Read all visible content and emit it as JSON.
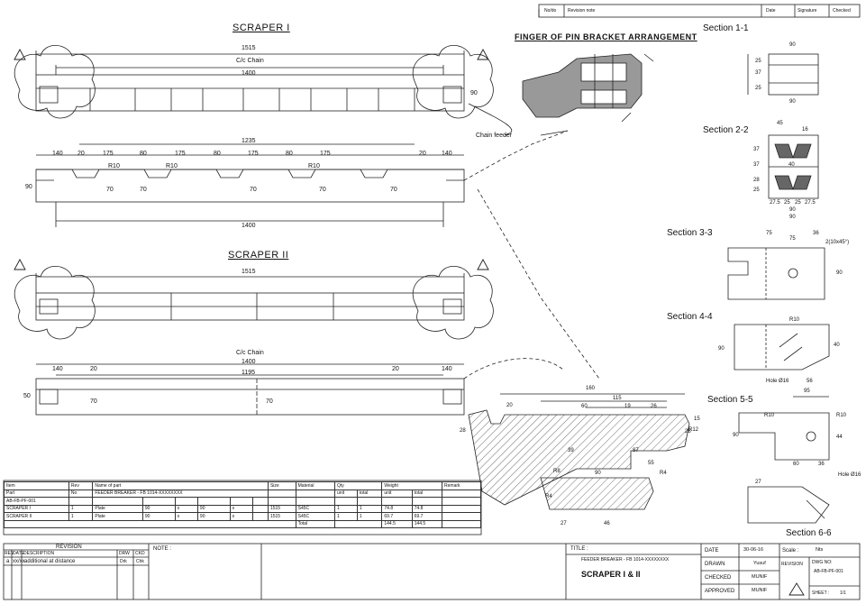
{
  "header_strip": {
    "cols": [
      "No/do",
      "Revision note",
      "Date",
      "Signature",
      "Checked"
    ]
  },
  "scraper1": {
    "title": "SCRAPER I",
    "dims_top": [
      "1515",
      "C/c Chain",
      "1400",
      "90"
    ],
    "dims_side": [
      "1235",
      "140",
      "20",
      "175",
      "80",
      "175",
      "80",
      "175",
      "80",
      "175",
      "20",
      "140",
      "90",
      "70",
      "70",
      "70",
      "70",
      "70",
      "1400"
    ],
    "radii": [
      "R10",
      "R10",
      "R10"
    ],
    "callout": "Chain feeder"
  },
  "scraper2": {
    "title": "SCRAPER II",
    "dims_top": [
      "1515"
    ],
    "dims_side": [
      "C/c Chain",
      "1400",
      "1195",
      "140",
      "20",
      "20",
      "140",
      "50",
      "70",
      "70"
    ]
  },
  "finger": {
    "title": "FINGER OF PIN BRACKET ARRANGEMENT"
  },
  "sections": {
    "s1": "Section 1-1",
    "s2": "Section 2-2",
    "s3": "Section 3-3",
    "s4": "Section 4-4",
    "s5": "Section 5-5",
    "s6": "Section 6-6"
  },
  "section_dims": {
    "s1": [
      "90",
      "25",
      "37",
      "25",
      "90"
    ],
    "s2": [
      "45",
      "16",
      "40",
      "37",
      "28",
      "25",
      "37",
      "27.5",
      "25",
      "25",
      "27.5",
      "90",
      "90"
    ],
    "s3": [
      "75",
      "75",
      "36",
      "2(10x45°)",
      "90"
    ],
    "s4": [
      "R10",
      "40",
      "90",
      "56",
      "Hole Ø16"
    ],
    "s5": [
      "95",
      "R10",
      "R10",
      "60",
      "36",
      "44",
      "90",
      "Hole Ø16"
    ],
    "s6": [
      "27"
    ]
  },
  "detail": {
    "dims": [
      "160",
      "115",
      "60",
      "19",
      "26",
      "28",
      "20",
      "28",
      "39",
      "87",
      "55",
      "R8",
      "R4",
      "90",
      "R4",
      "27",
      "46",
      "R12",
      "15"
    ]
  },
  "bom": {
    "headers": [
      "Item",
      "Rev",
      "Name of part",
      "Size",
      "Material",
      "Qty",
      "Weight",
      "Remark"
    ],
    "subheaders": [
      "Part",
      "No",
      "unit",
      "total",
      "unit",
      "total"
    ],
    "part_ref": "FEEDER BREAKER - FB 1014-XXXXXXXX",
    "rows": [
      {
        "item": "AB-FB-PF-001",
        "rev": "",
        "name": "",
        "d1": "",
        "x1": "",
        "d2": "",
        "x2": "",
        "d3": "",
        "mat": "",
        "q1": "",
        "q2": "",
        "w1": "",
        "w2": ""
      },
      {
        "item": "SCRAPER I",
        "rev": "1",
        "name": "Plate",
        "d1": "90",
        "x1": "x",
        "d2": "90",
        "x2": "x",
        "d3": "1515",
        "mat": "S45C",
        "q1": "1",
        "q2": "1",
        "w1": "74.8",
        "w2": "74.8"
      },
      {
        "item": "SCRAPER II",
        "rev": "1",
        "name": "Plate",
        "d1": "90",
        "x1": "x",
        "d2": "90",
        "x2": "x",
        "d3": "1515",
        "mat": "S45C",
        "q1": "1",
        "q2": "1",
        "w1": "69.7",
        "w2": "69.7"
      }
    ],
    "total_label": "Total",
    "total_unit": "144.5",
    "total_total": "144.5"
  },
  "revision": {
    "title": "REVISION",
    "headers": [
      "REV",
      "DATE",
      "DESCRIPTION",
      "DRW",
      "CKD"
    ],
    "row": {
      "rev": "a",
      "date": "xx/xx",
      "desc": "additional at distance",
      "drw": "Drk",
      "ckd": "Chk"
    }
  },
  "notes_label": "NOTE :",
  "titleblock": {
    "title_label": "TITLE :",
    "subtitle": "FEEDER BREAKER - FB 1014-XXXXXXXX",
    "main_title": "SCRAPER I & II",
    "date_label": "DATE",
    "date_val": "30-06-16",
    "drawn_label": "DRAWN",
    "drawn_val": "Yusuf",
    "checked_label": "CHECKED",
    "checked_val": "MUNIF",
    "approved_label": "APPROVED",
    "approved_val": "MUNIF",
    "scale_label": "Scale :",
    "scale_val": "Nts",
    "revision_label": "REVISION",
    "dwg_label": "DWG NO:",
    "dwg_val": "AB-FB-PF-001",
    "sheet_label": "SHEET :",
    "sheet_val": "1/1"
  }
}
